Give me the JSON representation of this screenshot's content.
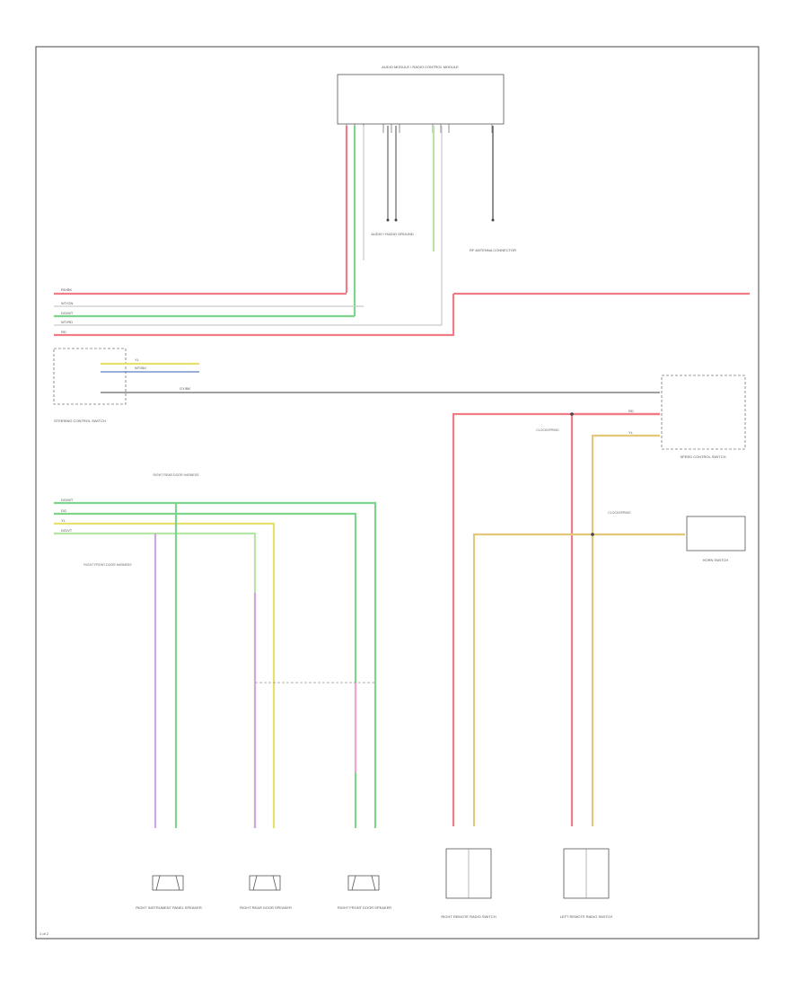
{
  "page": {
    "number": "1 of 2"
  },
  "components": {
    "top_module": {
      "label": "AUDIO MODULE / RADIO CONTROL MODULE"
    },
    "top_ground_a": {
      "label": "AUDIO / RADIO GROUND"
    },
    "top_ground_b": {
      "label": "RF ANTENNA CONNECTOR"
    },
    "steering_switch": {
      "label": "STEERING CONTROL SWITCH"
    },
    "speed_module": {
      "label": "SPEED CONTROL SWITCH"
    },
    "horn": {
      "label": "HORN SWITCH"
    },
    "rr_door_harness": {
      "label": "RIGHT REAR DOOR HARNESS"
    },
    "rf_door_harness": {
      "label": "RIGHT FRONT DOOR HARNESS"
    },
    "clockspring_a": {
      "label": "CLOCKSPRING"
    },
    "clockspring_b": {
      "label": "CLOCKSPRING"
    },
    "spk_ip_right": {
      "label": "RIGHT INSTRUMENT PANEL SPEAKER"
    },
    "spk_rr_door": {
      "label": "RIGHT REAR DOOR SPEAKER"
    },
    "spk_rf_door": {
      "label": "RIGHT FRONT DOOR SPEAKER"
    },
    "rem_right": {
      "label": "RIGHT REMOTE RADIO SWITCH"
    },
    "rem_left": {
      "label": "LEFT REMOTE RADIO SWITCH"
    }
  },
  "wires": {
    "bus_1": "RD/BK",
    "bus_2": "WT/GN",
    "bus_3": "DG/WT",
    "bus_4": "WT/RD",
    "bus_5": "RD",
    "sw_1": "YL",
    "sw_2": "WT/BU",
    "sw_3": "GY/BK",
    "spk_1": "DG/WT",
    "spk_2": "DG",
    "spk_3": "YL",
    "spk_4": "DG/VT",
    "rem_1": "RD",
    "rem_2": "YL"
  },
  "colors": {
    "red": "#f07a86",
    "green": "#7ed48a",
    "lightgreen": "#b6e6a6",
    "yellow": "#e6e06e",
    "tan": "#e5c77a",
    "violet": "#cfa6e0",
    "pink": "#f2a6d8",
    "gray": "#c9c9c9",
    "dark": "#666666"
  }
}
